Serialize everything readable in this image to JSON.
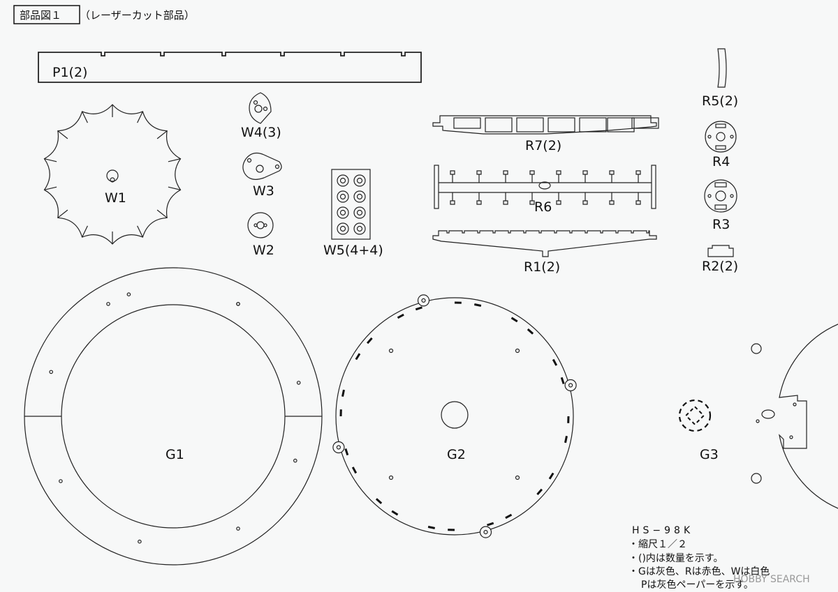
{
  "header": {
    "title": "部品図１",
    "subtitle": "（レーザーカット部品）"
  },
  "parts": {
    "p1": "P1(2)",
    "w1": "W1",
    "w4": "W4(3)",
    "w3": "W3",
    "w2": "W2",
    "w5": "W5(4+4)",
    "r7": "R7(2)",
    "r6": "R6",
    "r1": "R1(2)",
    "r5": "R5(2)",
    "r4": "R4",
    "r3": "R3",
    "r2": "R2(2)",
    "g1": "G1",
    "g2": "G2",
    "g3": "G3"
  },
  "notes": {
    "model": "HS−98K",
    "line1": "・縮尺１／２",
    "line2": "・()内は数量を示す。",
    "line3": "・Gは灰色、Rは赤色、Wは白色",
    "line4": "Pは灰色ペーパーを示す。"
  },
  "watermark": "HOBBY SEARCH"
}
